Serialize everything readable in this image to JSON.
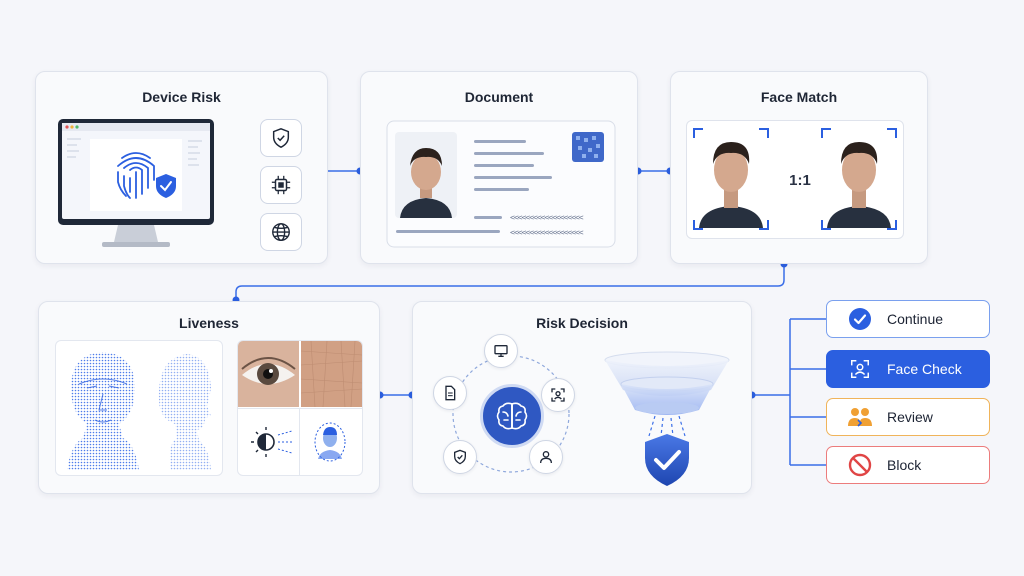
{
  "cards": {
    "device_risk": {
      "title": "Device Risk"
    },
    "document": {
      "title": "Document"
    },
    "face_match": {
      "title": "Face Match",
      "ratio": "1:1"
    },
    "liveness": {
      "title": "Liveness"
    },
    "risk_decision": {
      "title": "Risk Decision"
    }
  },
  "outcomes": [
    {
      "label": "Continue",
      "icon": "check-circle-icon",
      "color": "#2b5fe0"
    },
    {
      "label": "Face Check",
      "icon": "face-scan-icon",
      "color": "#2b5fe0"
    },
    {
      "label": "Review",
      "icon": "people-icon",
      "color": "#f0a033"
    },
    {
      "label": "Block",
      "icon": "block-icon",
      "color": "#e04545"
    }
  ],
  "colors": {
    "accent": "#2b5fe0",
    "warning": "#f0a033",
    "danger": "#e04545",
    "line": "#3a6ee8"
  }
}
